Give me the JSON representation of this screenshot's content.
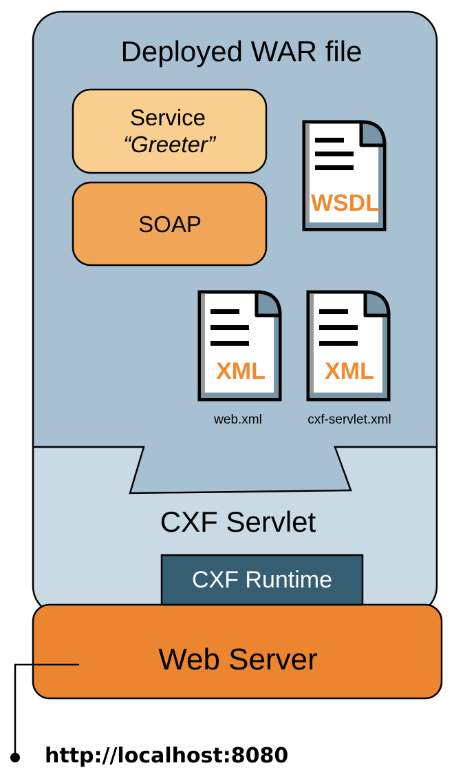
{
  "colors": {
    "war_bg": "#a7c1d3",
    "servlet_bg": "#c9dae5",
    "service_bg": "#f9cf8f",
    "soap_bg": "#f0a557",
    "runtime_bg": "#355e73",
    "webserver_bg": "#ec852f",
    "doc_accent": "#ef8a2e",
    "doc_corner": "#7896a7",
    "outline": "#000000"
  },
  "war": {
    "title": "Deployed WAR file",
    "service": {
      "label": "Service",
      "name": "“Greeter”"
    },
    "soap": {
      "label": "SOAP"
    },
    "wsdl_doc": {
      "tag": "WSDL"
    },
    "web_xml_doc": {
      "tag": "XML",
      "caption": "web.xml"
    },
    "cxf_servlet_xml_doc": {
      "tag": "XML",
      "caption": "cxf-servlet.xml"
    }
  },
  "servlet": {
    "title": "CXF Servlet"
  },
  "runtime": {
    "label": "CXF Runtime"
  },
  "webserver": {
    "label": "Web Server"
  },
  "endpoint": {
    "url": "http://localhost:8080"
  }
}
